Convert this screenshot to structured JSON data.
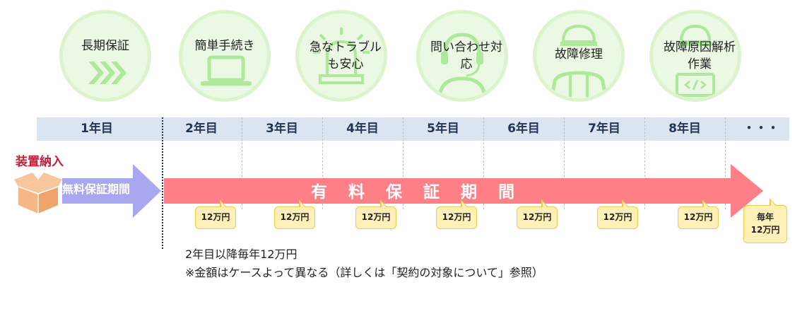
{
  "features": [
    {
      "label": "長期保証",
      "icon": "chevrons-icon"
    },
    {
      "label": "簡単手続き",
      "icon": "laptop-icon"
    },
    {
      "label": "急なトラブルも安心",
      "icon": "alarm-icon"
    },
    {
      "label": "問い合わせ対応",
      "icon": "headset-operator-icon"
    },
    {
      "label": "故障修理",
      "icon": "worker-icon"
    },
    {
      "label": "故障原因解析作業",
      "icon": "engineer-laptop-icon"
    }
  ],
  "years": [
    "1年目",
    "2年目",
    "3年目",
    "4年目",
    "5年目",
    "6年目",
    "7年目",
    "8年目",
    "・・・"
  ],
  "delivery_label": "装置納入",
  "free_period_label": "無料保証期間",
  "paid_period_label": "有料保証期間",
  "fees": [
    "12万円",
    "12万円",
    "12万円",
    "12万円",
    "12万円",
    "12万円",
    "12万円"
  ],
  "fee_last": {
    "line1": "毎年",
    "line2": "12万円"
  },
  "notes": {
    "line1": "2年目以降毎年12万円",
    "line2": "※金額はケースよって異なる（詳しくは「契約の対象について」参照）"
  },
  "colors": {
    "feature_bg": "#ebf8e3",
    "feature_icon": "#aee89a",
    "year_bar": "#dbe4f1",
    "year_text": "#1f3553",
    "free_arrow": "#a9a7ef",
    "paid_arrow": "#ff7f86",
    "delivery_text": "#c0203a",
    "fee_bg": "#fff0b8",
    "box": "#f5b785"
  }
}
